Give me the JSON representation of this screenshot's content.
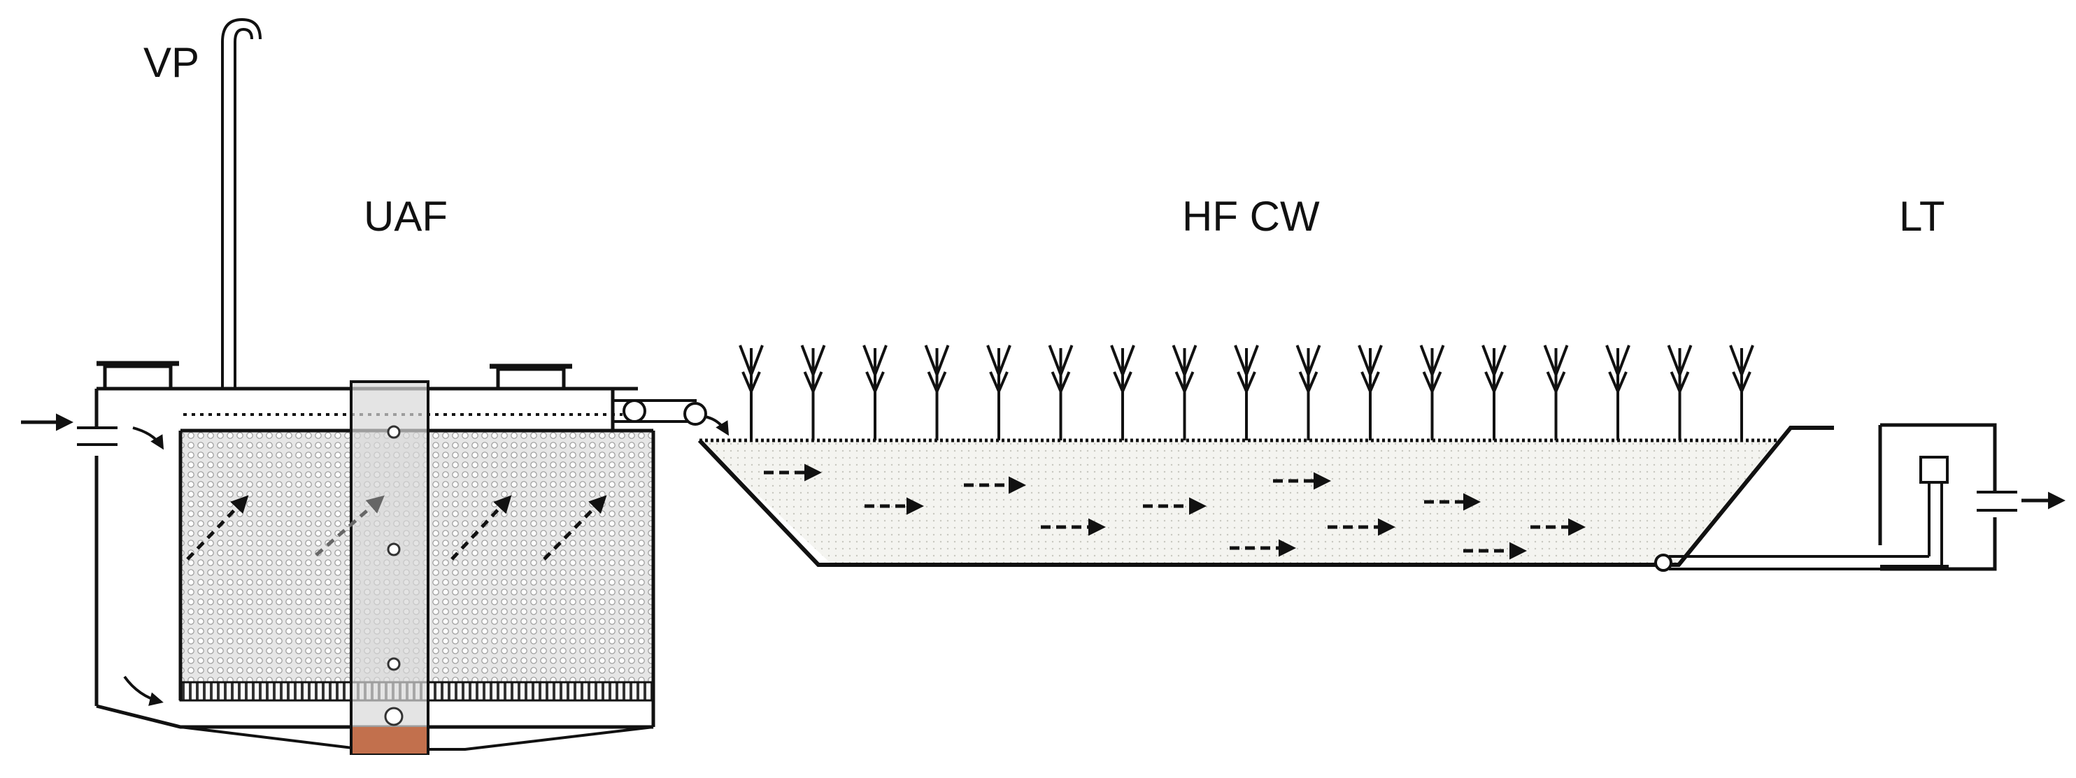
{
  "labels": {
    "vent_pipe": "VP",
    "uaf": "UAF",
    "hf_cw": "HF CW",
    "lt": "LT"
  },
  "colors": {
    "line": "#111111",
    "media_fill": "#e4e4e4",
    "bed_fill": "#f3f3ef",
    "sampling_column": "#d6d6d6",
    "sludge_plug": "#c2704d"
  },
  "icons": {
    "inlet": "arrow-right-icon",
    "flow": "dashed-arrow-icon",
    "plant": "reed-plant-icon",
    "valve": "valve-icon",
    "outlet": "arrow-right-icon"
  }
}
